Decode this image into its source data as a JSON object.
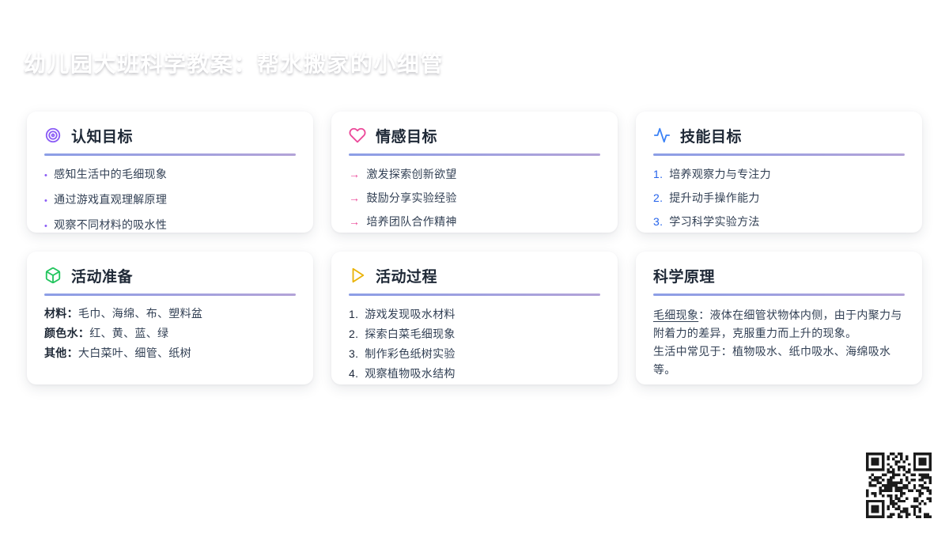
{
  "page": {
    "title": "幼儿园大班科学教案：帮水搬家的小细管"
  },
  "colors": {
    "accent_purple": "#8B5CF6",
    "accent_pink": "#EC4899",
    "accent_blue": "#3B82F6",
    "accent_green": "#22C55E",
    "accent_yellow": "#EAB308",
    "rule_gradient_start": "#8C9EE6",
    "rule_gradient_end": "#B3A3D8",
    "heading_text": "#1F2937",
    "body_text": "#334155"
  },
  "cards": [
    {
      "title": "认知目标",
      "icon": "target-icon",
      "items": [
        {
          "marker": "•",
          "text": "感知生活中的毛细现象"
        },
        {
          "marker": "•",
          "text": "通过游戏直观理解原理"
        },
        {
          "marker": "•",
          "text": "观察不同材料的吸水性"
        }
      ]
    },
    {
      "title": "情感目标",
      "icon": "heart-icon",
      "items": [
        {
          "marker": "→",
          "text": "激发探索创新欲望"
        },
        {
          "marker": "→",
          "text": "鼓励分享实验经验"
        },
        {
          "marker": "→",
          "text": "培养团队合作精神"
        }
      ]
    },
    {
      "title": "技能目标",
      "icon": "activity-icon",
      "items": [
        {
          "marker": "1.",
          "text": "培养观察力与专注力"
        },
        {
          "marker": "2.",
          "text": "提升动手操作能力"
        },
        {
          "marker": "3.",
          "text": "学习科学实验方法"
        }
      ]
    },
    {
      "title": "活动准备",
      "icon": "box-icon",
      "items": [
        {
          "label": "材料：",
          "text": "毛巾、海绵、布、塑料盆"
        },
        {
          "label": "颜色水：",
          "text": "红、黄、蓝、绿"
        },
        {
          "label": "其他：",
          "text": "大白菜叶、细管、纸树"
        }
      ]
    },
    {
      "title": "活动过程",
      "icon": "play-icon",
      "items": [
        {
          "marker": "1.",
          "text": "游戏发现吸水材料"
        },
        {
          "marker": "2.",
          "text": "探索白菜毛细现象"
        },
        {
          "marker": "3.",
          "text": "制作彩色纸树实验"
        },
        {
          "marker": "4.",
          "text": "观察植物吸水结构"
        }
      ]
    },
    {
      "title": "科学原理",
      "paragraphs": [
        {
          "underlined": "毛细现象",
          "rest": "：液体在细管状物体内侧，由于内聚力与附着力的差异，克服重力而上升的现象。"
        },
        {
          "rest": "生活中常见于：植物吸水、纸巾吸水、海绵吸水等。"
        }
      ]
    }
  ]
}
